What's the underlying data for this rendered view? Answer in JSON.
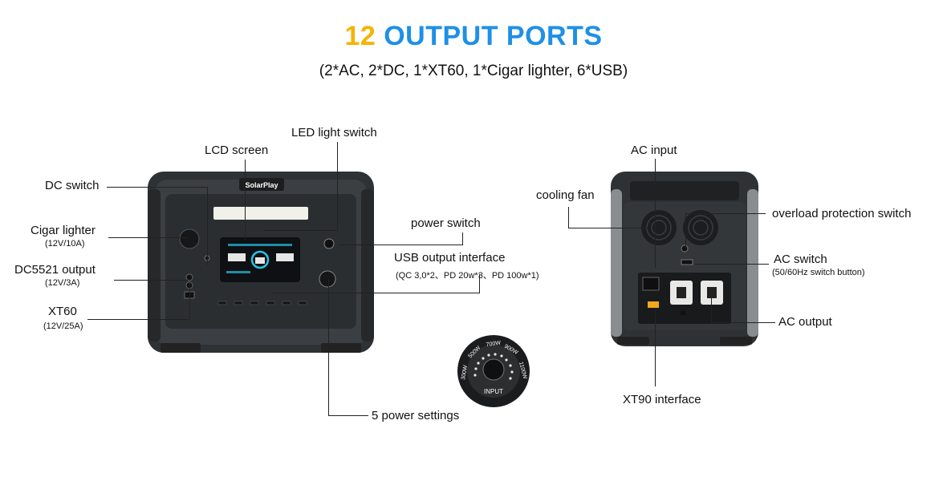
{
  "header": {
    "title_number": "12",
    "title_text": "OUTPUT PORTS",
    "subtitle": "(2*AC, 2*DC, 1*XT60, 1*Cigar lighter, 6*USB)"
  },
  "front_labels": {
    "led_light_switch": "LED light switch",
    "lcd_screen": "LCD screen",
    "dc_switch": "DC switch",
    "cigar_lighter": "Cigar lighter",
    "cigar_lighter_spec": "(12V/10A)",
    "dc5521_output": "DC5521 output",
    "dc5521_spec": "(12V/3A)",
    "xt60": "XT60",
    "xt60_spec": "(12V/25A)",
    "power_switch": "power switch",
    "usb_output_interface": "USB output interface",
    "usb_spec": "(QC 3,0*2、PD 20w*3、PD 100w*1)",
    "power_settings": "5 power settings"
  },
  "device": {
    "brand": "SolarPlay",
    "dial_input_label": "INPUT",
    "dial_settings": [
      "300W",
      "500W",
      "700W",
      "900W",
      "1100W"
    ]
  },
  "back_labels": {
    "ac_input": "AC input",
    "cooling_fan": "cooling fan",
    "overload_protection_switch": "overload protection switch",
    "ac_switch": "AC switch",
    "ac_switch_spec": "(50/60Hz switch button)",
    "ac_output": "AC output",
    "xt90_interface": "XT90 interface"
  },
  "colors": {
    "title_number": "#f4b400",
    "title_text": "#1e90e6",
    "device_body": "#3a3d40",
    "lcd_accent": "#27c4e8",
    "xt_connector": "#f0a81c"
  }
}
